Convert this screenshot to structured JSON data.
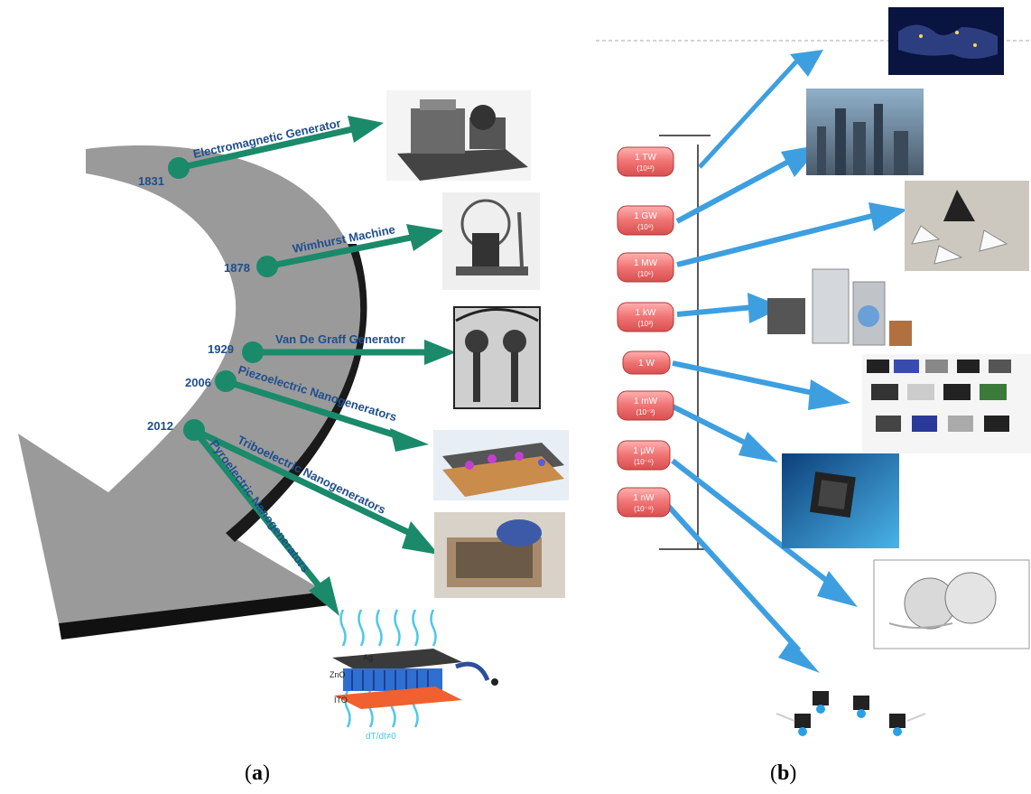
{
  "panel_a": {
    "label": "a",
    "events": [
      {
        "year": "1831",
        "name": "Electromagnetic Generator"
      },
      {
        "year": "1878",
        "name": "Wimhurst Machine"
      },
      {
        "year": "1929",
        "name": "Van De Graff Generator"
      },
      {
        "year": "2006",
        "name": "Piezoelectric Nanogenerators"
      },
      {
        "year": "2012",
        "name": "Triboelectric Nanogenerators"
      },
      {
        "year": "2012",
        "name": "Pyroelectric Nanogenerators"
      }
    ],
    "pyro_diagram": {
      "top_layer": "Ag",
      "middle": "ZnO",
      "bottom": "ITO",
      "formula": "dT/dt≠0"
    }
  },
  "panel_b": {
    "label": "b",
    "power_levels": [
      {
        "label": "1 TW",
        "exp": "(10¹²)"
      },
      {
        "label": "1 GW",
        "exp": "(10⁹)"
      },
      {
        "label": "1 MW",
        "exp": "(10⁶)"
      },
      {
        "label": "1 kW",
        "exp": "(10³)"
      },
      {
        "label": "1 W",
        "exp": ""
      },
      {
        "label": "1 mW",
        "exp": "(10⁻³)"
      },
      {
        "label": "1 µW",
        "exp": "(10⁻⁶)"
      },
      {
        "label": "1 nW",
        "exp": "(10⁻⁹)"
      }
    ]
  },
  "colors": {
    "green": "#1a8a6a",
    "arc_gray": "#9b9b9b",
    "arrow_blue": "#3d9fe0",
    "pill_red": "#e86a6a",
    "year_blue": "#1f4e8c"
  }
}
